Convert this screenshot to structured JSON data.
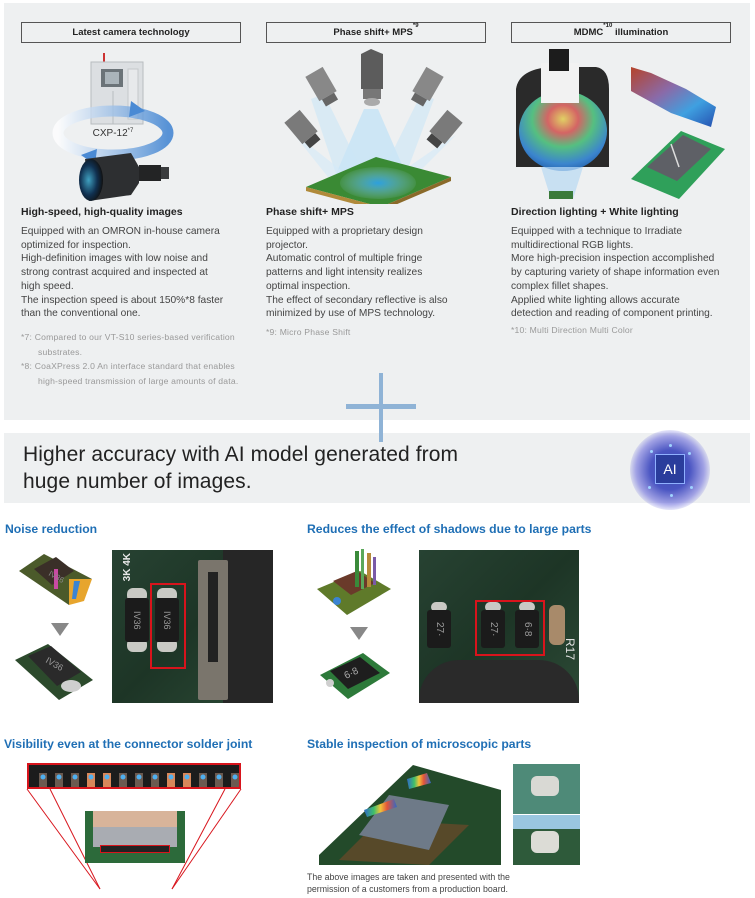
{
  "features": [
    {
      "header": "Latest camera technology",
      "header_sup": "",
      "illustration_label": "CXP-12",
      "illustration_sup": "*7",
      "title": "High-speed, high-quality images",
      "body": [
        "Equipped with an OMRON in-house camera",
        "optimized for inspection.",
        "High-definition images with low noise and",
        "strong contrast acquired and inspected at",
        "high speed.",
        "The inspection speed is about 150%*8 faster",
        "than the conventional one."
      ],
      "notes": [
        "*7: Compared to our VT-S10 series-based verification substrates.",
        "*8: CoaXPress 2.0 An interface standard that enables high-speed transmission of large amounts of data."
      ]
    },
    {
      "header": "Phase shift+ MPS",
      "header_sup": "*9",
      "title": "Phase shift+ MPS",
      "body": [
        "Equipped with a proprietary design",
        "projector.",
        "Automatic control of multiple fringe",
        "patterns and light intensity realizes",
        "optimal inspection.",
        "The effect of secondary reflective is also",
        "minimized by use of MPS technology."
      ],
      "notes": [
        "*9: Micro Phase Shift"
      ]
    },
    {
      "header": "MDMC",
      "header_sup": "*10",
      "header_suffix": " illumination",
      "title": "Direction lighting + White lighting",
      "body": [
        "Equipped with a technique to Irradiate",
        "multidirectional RGB lights.",
        "More high-precision inspection accomplished",
        "by capturing variety of shape information even",
        "complex fillet shapes.",
        "Applied white lighting allows accurate",
        "detection and reading of component printing."
      ],
      "notes": [
        "*10: Multi Direction Multi Color"
      ]
    }
  ],
  "ai_banner": {
    "line1": "Higher accuracy with AI model generated from",
    "line2": "huge number of images.",
    "badge": "AI"
  },
  "examples": [
    {
      "title": "Noise reduction",
      "chip_label_left": "IV36",
      "chip_label_right": "IV36",
      "pcb_marks": "3K 4K"
    },
    {
      "title": "Reduces the effect of shadows due to large parts",
      "chip_label_left": "27·",
      "chip_label_mid": "27·",
      "chip_label_right": "6·8",
      "pcb_marks": "R17"
    },
    {
      "title": "Visibility even at the connector solder joint"
    },
    {
      "title": "Stable inspection of microscopic parts"
    }
  ],
  "footer_note": {
    "line1": "The above images are taken and presented with the",
    "line2": "permission of a customers from a production board."
  },
  "colors": {
    "panel_bg": "#eef0f1",
    "section_title": "#1f6fb5",
    "highlight_box": "#d8141c",
    "plus_sign": "#8fb3d6"
  }
}
